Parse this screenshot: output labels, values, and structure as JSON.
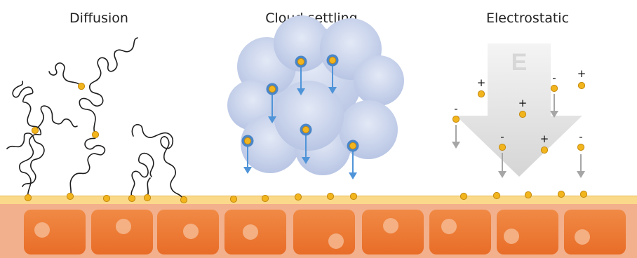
{
  "panels": [
    {
      "title": "Diffusion"
    },
    {
      "title": "Cloud settling"
    },
    {
      "title": "Electrostatic"
    }
  ],
  "electrostatic": {
    "field_label": "E",
    "charge_signs": {
      "positive": "+",
      "negative": "-"
    }
  },
  "colors": {
    "particle_fill": "#f2b51d",
    "particle_stroke": "#c48a10",
    "cloud_particle_ring": "#4a86c8",
    "settling_arrow": "#4f94d8",
    "electrostatic_arrow": "#a6a6a6",
    "surface_layer": "#fbd98a",
    "tissue_background": "#f3b08c",
    "cell": "#ef7a34",
    "nucleus": "#f6b890",
    "field_arrow": "#e4e4e4",
    "cloud": "#c4cfe8"
  }
}
